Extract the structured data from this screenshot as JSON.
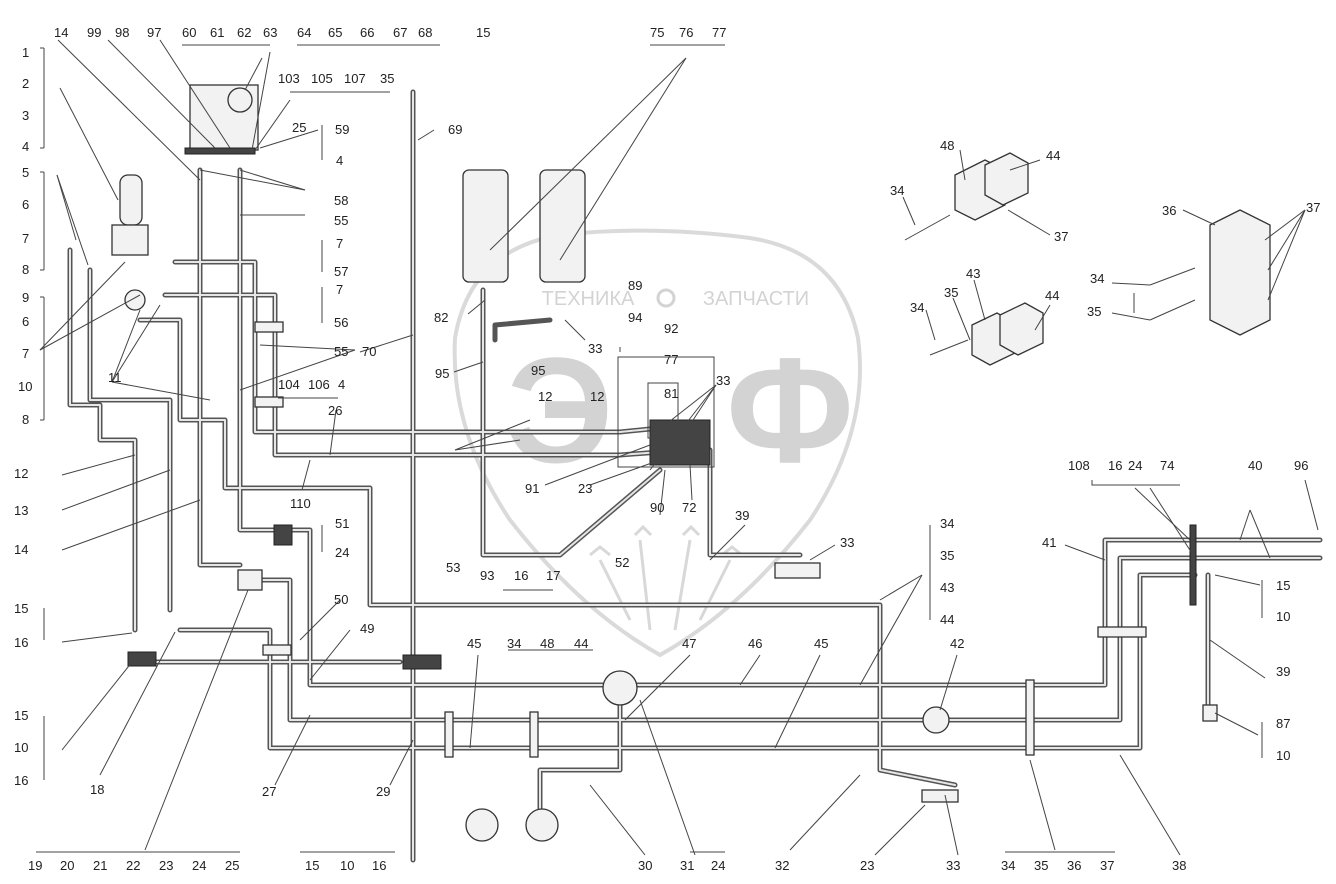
{
  "watermark": {
    "line1": "ТЕХНИКА",
    "line2": "ЗАПЧАСТИ",
    "big_left": "Э",
    "big_right": "Ф",
    "color": "#d0d0d0"
  },
  "colors": {
    "hose": "#555555",
    "line": "#444444",
    "text": "#222222"
  },
  "labels": [
    {
      "id": "l-14a",
      "text": "14"
    },
    {
      "id": "l-99",
      "text": "99"
    },
    {
      "id": "l-98",
      "text": "98"
    },
    {
      "id": "l-97",
      "text": "97"
    },
    {
      "id": "l-60",
      "text": "60"
    },
    {
      "id": "l-61",
      "text": "61"
    },
    {
      "id": "l-62",
      "text": "62"
    },
    {
      "id": "l-63",
      "text": "63"
    },
    {
      "id": "l-64",
      "text": "64"
    },
    {
      "id": "l-65",
      "text": "65"
    },
    {
      "id": "l-66",
      "text": "66"
    },
    {
      "id": "l-67",
      "text": "67"
    },
    {
      "id": "l-68",
      "text": "68"
    },
    {
      "id": "l-15top",
      "text": "15"
    },
    {
      "id": "l-75",
      "text": "75"
    },
    {
      "id": "l-76",
      "text": "76"
    },
    {
      "id": "l-77top",
      "text": "77"
    },
    {
      "id": "l-103",
      "text": "103"
    },
    {
      "id": "l-105",
      "text": "105"
    },
    {
      "id": "l-107",
      "text": "107"
    },
    {
      "id": "l-35top",
      "text": "35"
    },
    {
      "id": "l-25top",
      "text": "25"
    },
    {
      "id": "l-59",
      "text": "59"
    },
    {
      "id": "l-4a",
      "text": "4"
    },
    {
      "id": "l-69",
      "text": "69"
    },
    {
      "id": "l-58",
      "text": "58"
    },
    {
      "id": "l-55a",
      "text": "55"
    },
    {
      "id": "l-7a",
      "text": "7"
    },
    {
      "id": "l-57",
      "text": "57"
    },
    {
      "id": "l-7b",
      "text": "7"
    },
    {
      "id": "l-56",
      "text": "56"
    },
    {
      "id": "l-55b",
      "text": "55"
    },
    {
      "id": "l-70",
      "text": "70"
    },
    {
      "id": "l-104",
      "text": "104"
    },
    {
      "id": "l-106",
      "text": "106"
    },
    {
      "id": "l-4b",
      "text": "4"
    },
    {
      "id": "l-26",
      "text": "26"
    },
    {
      "id": "l-110",
      "text": "110"
    },
    {
      "id": "l-11",
      "text": "11"
    },
    {
      "id": "l-1",
      "text": "1"
    },
    {
      "id": "l-2",
      "text": "2"
    },
    {
      "id": "l-3",
      "text": "3"
    },
    {
      "id": "l-4c",
      "text": "4"
    },
    {
      "id": "l-5",
      "text": "5"
    },
    {
      "id": "l-6a",
      "text": "6"
    },
    {
      "id": "l-7c",
      "text": "7"
    },
    {
      "id": "l-8a",
      "text": "8"
    },
    {
      "id": "l-9",
      "text": "9"
    },
    {
      "id": "l-6b",
      "text": "6"
    },
    {
      "id": "l-7d",
      "text": "7"
    },
    {
      "id": "l-7e",
      "text": "7"
    },
    {
      "id": "l-10a",
      "text": "10"
    },
    {
      "id": "l-8b",
      "text": "8"
    },
    {
      "id": "l-12a",
      "text": "12"
    },
    {
      "id": "l-13",
      "text": "13"
    },
    {
      "id": "l-14b",
      "text": "14"
    },
    {
      "id": "l-15a",
      "text": "15"
    },
    {
      "id": "l-16a",
      "text": "16"
    },
    {
      "id": "l-15b",
      "text": "15"
    },
    {
      "id": "l-10b",
      "text": "10"
    },
    {
      "id": "l-16b",
      "text": "16"
    },
    {
      "id": "l-18",
      "text": "18"
    },
    {
      "id": "l-19",
      "text": "19"
    },
    {
      "id": "l-20",
      "text": "20"
    },
    {
      "id": "l-21",
      "text": "21"
    },
    {
      "id": "l-22",
      "text": "22"
    },
    {
      "id": "l-23a",
      "text": "23"
    },
    {
      "id": "l-24a",
      "text": "24"
    },
    {
      "id": "l-25b",
      "text": "25"
    },
    {
      "id": "l-82",
      "text": "82"
    },
    {
      "id": "l-89",
      "text": "89"
    },
    {
      "id": "l-94",
      "text": "94"
    },
    {
      "id": "l-33a",
      "text": "33"
    },
    {
      "id": "l-92",
      "text": "92"
    },
    {
      "id": "l-77b",
      "text": "77"
    },
    {
      "id": "l-95a",
      "text": "95"
    },
    {
      "id": "l-95b",
      "text": "95"
    },
    {
      "id": "l-12b",
      "text": "12"
    },
    {
      "id": "l-12c",
      "text": "12"
    },
    {
      "id": "l-81",
      "text": "81"
    },
    {
      "id": "l-33b",
      "text": "33"
    },
    {
      "id": "l-91",
      "text": "91"
    },
    {
      "id": "l-23b",
      "text": "23"
    },
    {
      "id": "l-90",
      "text": "90"
    },
    {
      "id": "l-72",
      "text": "72"
    },
    {
      "id": "l-39a",
      "text": "39"
    },
    {
      "id": "l-33c",
      "text": "33"
    },
    {
      "id": "l-52",
      "text": "52"
    },
    {
      "id": "l-51",
      "text": "51"
    },
    {
      "id": "l-24b",
      "text": "24"
    },
    {
      "id": "l-53",
      "text": "53"
    },
    {
      "id": "l-93",
      "text": "93"
    },
    {
      "id": "l-16c",
      "text": "16"
    },
    {
      "id": "l-17",
      "text": "17"
    },
    {
      "id": "l-50",
      "text": "50"
    },
    {
      "id": "l-49",
      "text": "49"
    },
    {
      "id": "l-45a",
      "text": "45"
    },
    {
      "id": "l-34a",
      "text": "34"
    },
    {
      "id": "l-48a",
      "text": "48"
    },
    {
      "id": "l-44a",
      "text": "44"
    },
    {
      "id": "l-47",
      "text": "47"
    },
    {
      "id": "l-46",
      "text": "46"
    },
    {
      "id": "l-45b",
      "text": "45"
    },
    {
      "id": "l-42",
      "text": "42"
    },
    {
      "id": "l-27",
      "text": "27"
    },
    {
      "id": "l-29",
      "text": "29"
    },
    {
      "id": "l-15c",
      "text": "15"
    },
    {
      "id": "l-10c",
      "text": "10"
    },
    {
      "id": "l-16d",
      "text": "16"
    },
    {
      "id": "l-30",
      "text": "30"
    },
    {
      "id": "l-31",
      "text": "31"
    },
    {
      "id": "l-24c",
      "text": "24"
    },
    {
      "id": "l-32",
      "text": "32"
    },
    {
      "id": "l-23c",
      "text": "23"
    },
    {
      "id": "l-33d",
      "text": "33"
    },
    {
      "id": "l-34b",
      "text": "34"
    },
    {
      "id": "l-35b",
      "text": "35"
    },
    {
      "id": "l-36a",
      "text": "36"
    },
    {
      "id": "l-37a",
      "text": "37"
    },
    {
      "id": "l-38",
      "text": "38"
    },
    {
      "id": "l-34c",
      "text": "34"
    },
    {
      "id": "l-35c",
      "text": "35"
    },
    {
      "id": "l-43a",
      "text": "43"
    },
    {
      "id": "l-44b",
      "text": "44"
    },
    {
      "id": "l-41",
      "text": "41"
    },
    {
      "id": "l-108",
      "text": "108"
    },
    {
      "id": "l-16e",
      "text": "16"
    },
    {
      "id": "l-24d",
      "text": "24"
    },
    {
      "id": "l-74",
      "text": "74"
    },
    {
      "id": "l-40",
      "text": "40"
    },
    {
      "id": "l-96",
      "text": "96"
    },
    {
      "id": "l-15d",
      "text": "15"
    },
    {
      "id": "l-10d",
      "text": "10"
    },
    {
      "id": "l-39b",
      "text": "39"
    },
    {
      "id": "l-87",
      "text": "87"
    },
    {
      "id": "l-10e",
      "text": "10"
    },
    {
      "id": "l-48b",
      "text": "48"
    },
    {
      "id": "l-44c",
      "text": "44"
    },
    {
      "id": "l-34d",
      "text": "34"
    },
    {
      "id": "l-37b",
      "text": "37"
    },
    {
      "id": "l-36b",
      "text": "36"
    },
    {
      "id": "l-37c",
      "text": "37"
    },
    {
      "id": "l-34e",
      "text": "34"
    },
    {
      "id": "l-35d",
      "text": "35"
    },
    {
      "id": "l-34f",
      "text": "34"
    },
    {
      "id": "l-35e",
      "text": "35"
    },
    {
      "id": "l-43b",
      "text": "43"
    },
    {
      "id": "l-44d",
      "text": "44"
    }
  ]
}
